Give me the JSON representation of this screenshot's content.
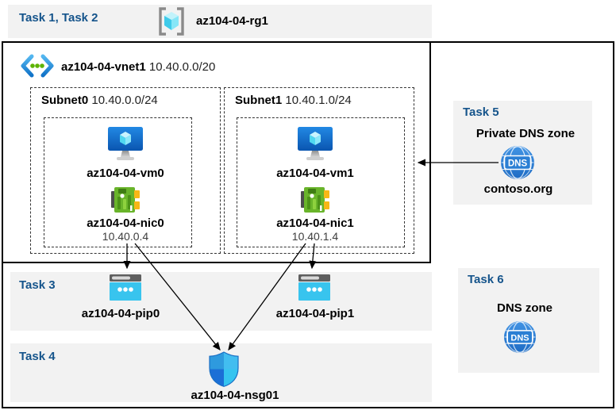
{
  "header": {
    "task_label": "Task 1, Task 2",
    "resource_group": "az104-04-rg1"
  },
  "vnet": {
    "name": "az104-04-vnet1",
    "cidr": "10.40.0.0/20",
    "subnets": [
      {
        "name": "Subnet0",
        "cidr": "10.40.0.0/24",
        "vm": "az104-04-vm0",
        "nic": "az104-04-nic0",
        "ip": "10.40.0.4"
      },
      {
        "name": "Subnet1",
        "cidr": "10.40.1.0/24",
        "vm": "az104-04-vm1",
        "nic": "az104-04-nic1",
        "ip": "10.40.1.4"
      }
    ]
  },
  "task3": {
    "label": "Task 3",
    "pip0": "az104-04-pip0",
    "pip1": "az104-04-pip1"
  },
  "task4": {
    "label": "Task 4",
    "nsg": "az104-04-nsg01"
  },
  "task5": {
    "label": "Task 5",
    "title": "Private DNS zone",
    "zone": "contoso.org",
    "icon_text": "DNS"
  },
  "task6": {
    "label": "Task 6",
    "title": "DNS zone",
    "icon_text": "DNS"
  },
  "colors": {
    "task_label_blue": "#15548b",
    "band_gray": "#f2f2f2",
    "border_black": "#000000",
    "nic_green": "#69b42a",
    "pip_cyan": "#38c4ee",
    "dns_blue": "#2b7fd4"
  }
}
